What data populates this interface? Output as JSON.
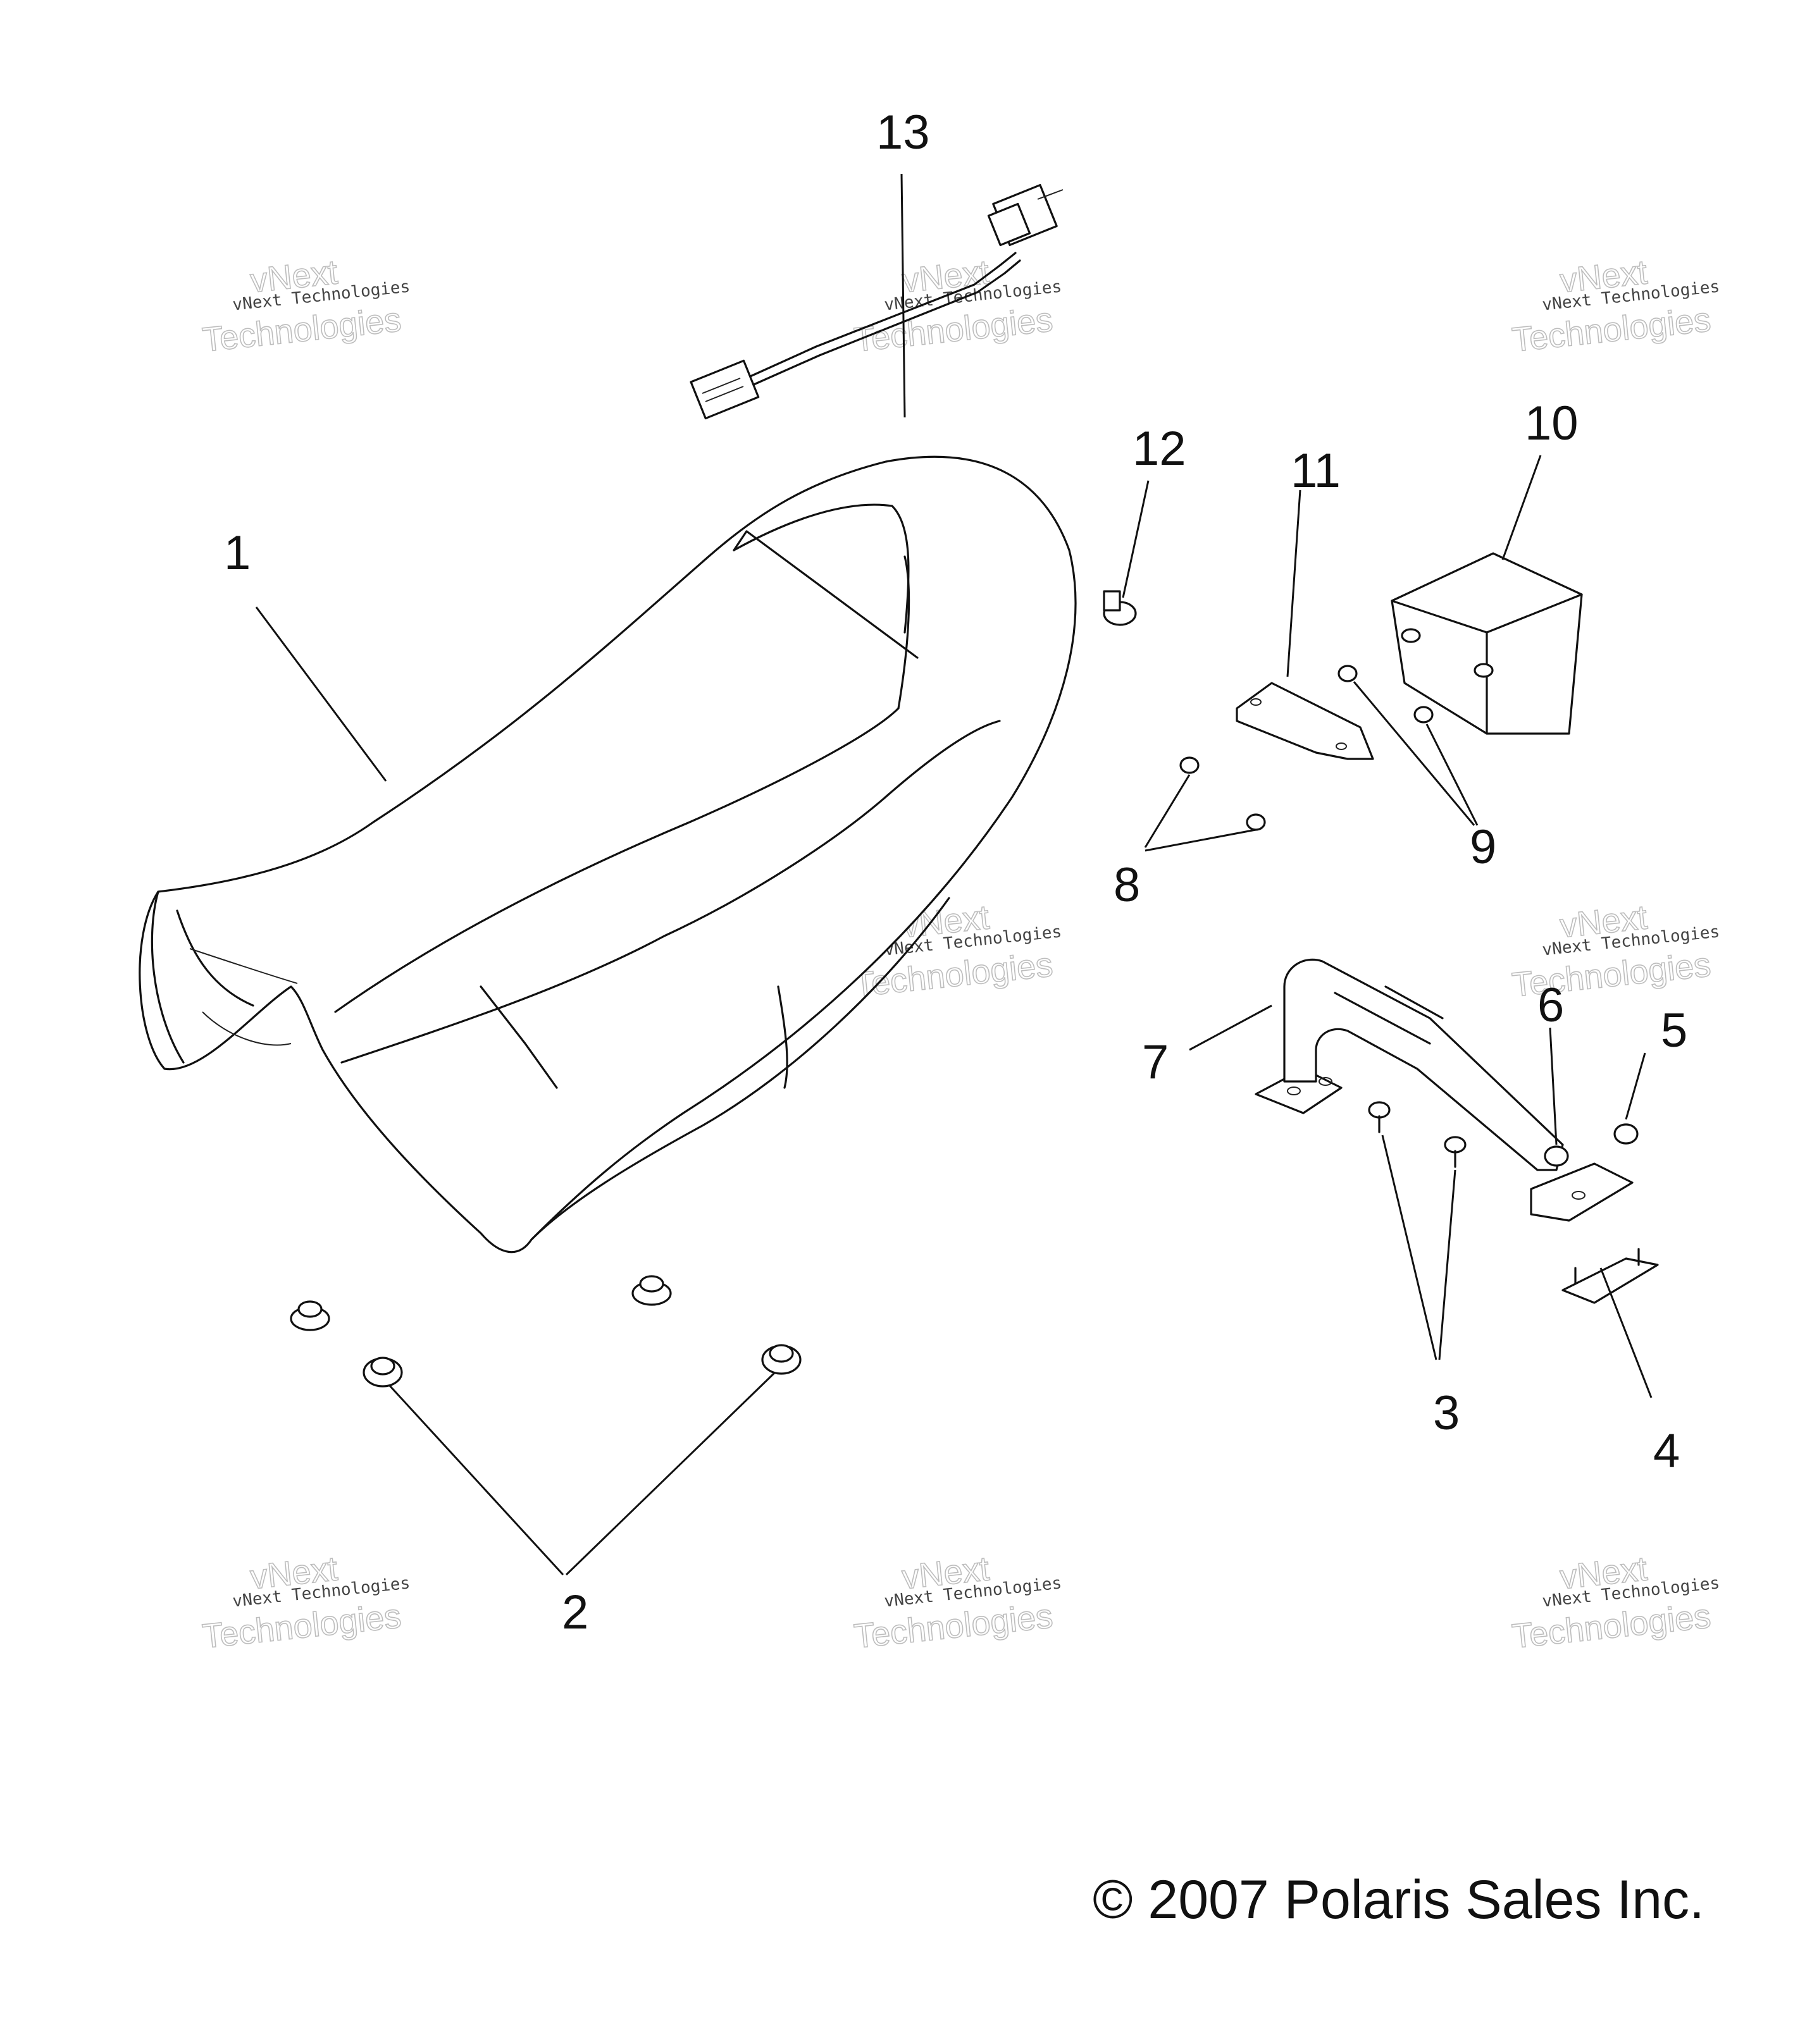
{
  "callouts": {
    "c1": "1",
    "c2": "2",
    "c3": "3",
    "c4": "4",
    "c5": "5",
    "c6": "6",
    "c7": "7",
    "c8": "8",
    "c9": "9",
    "c10": "10",
    "c11": "11",
    "c12": "12",
    "c13": "13"
  },
  "watermark": {
    "brand": "vNext",
    "small": "vNext Technologies",
    "big": "Technologies"
  },
  "copyright": "© 2007 Polaris Sales Inc."
}
